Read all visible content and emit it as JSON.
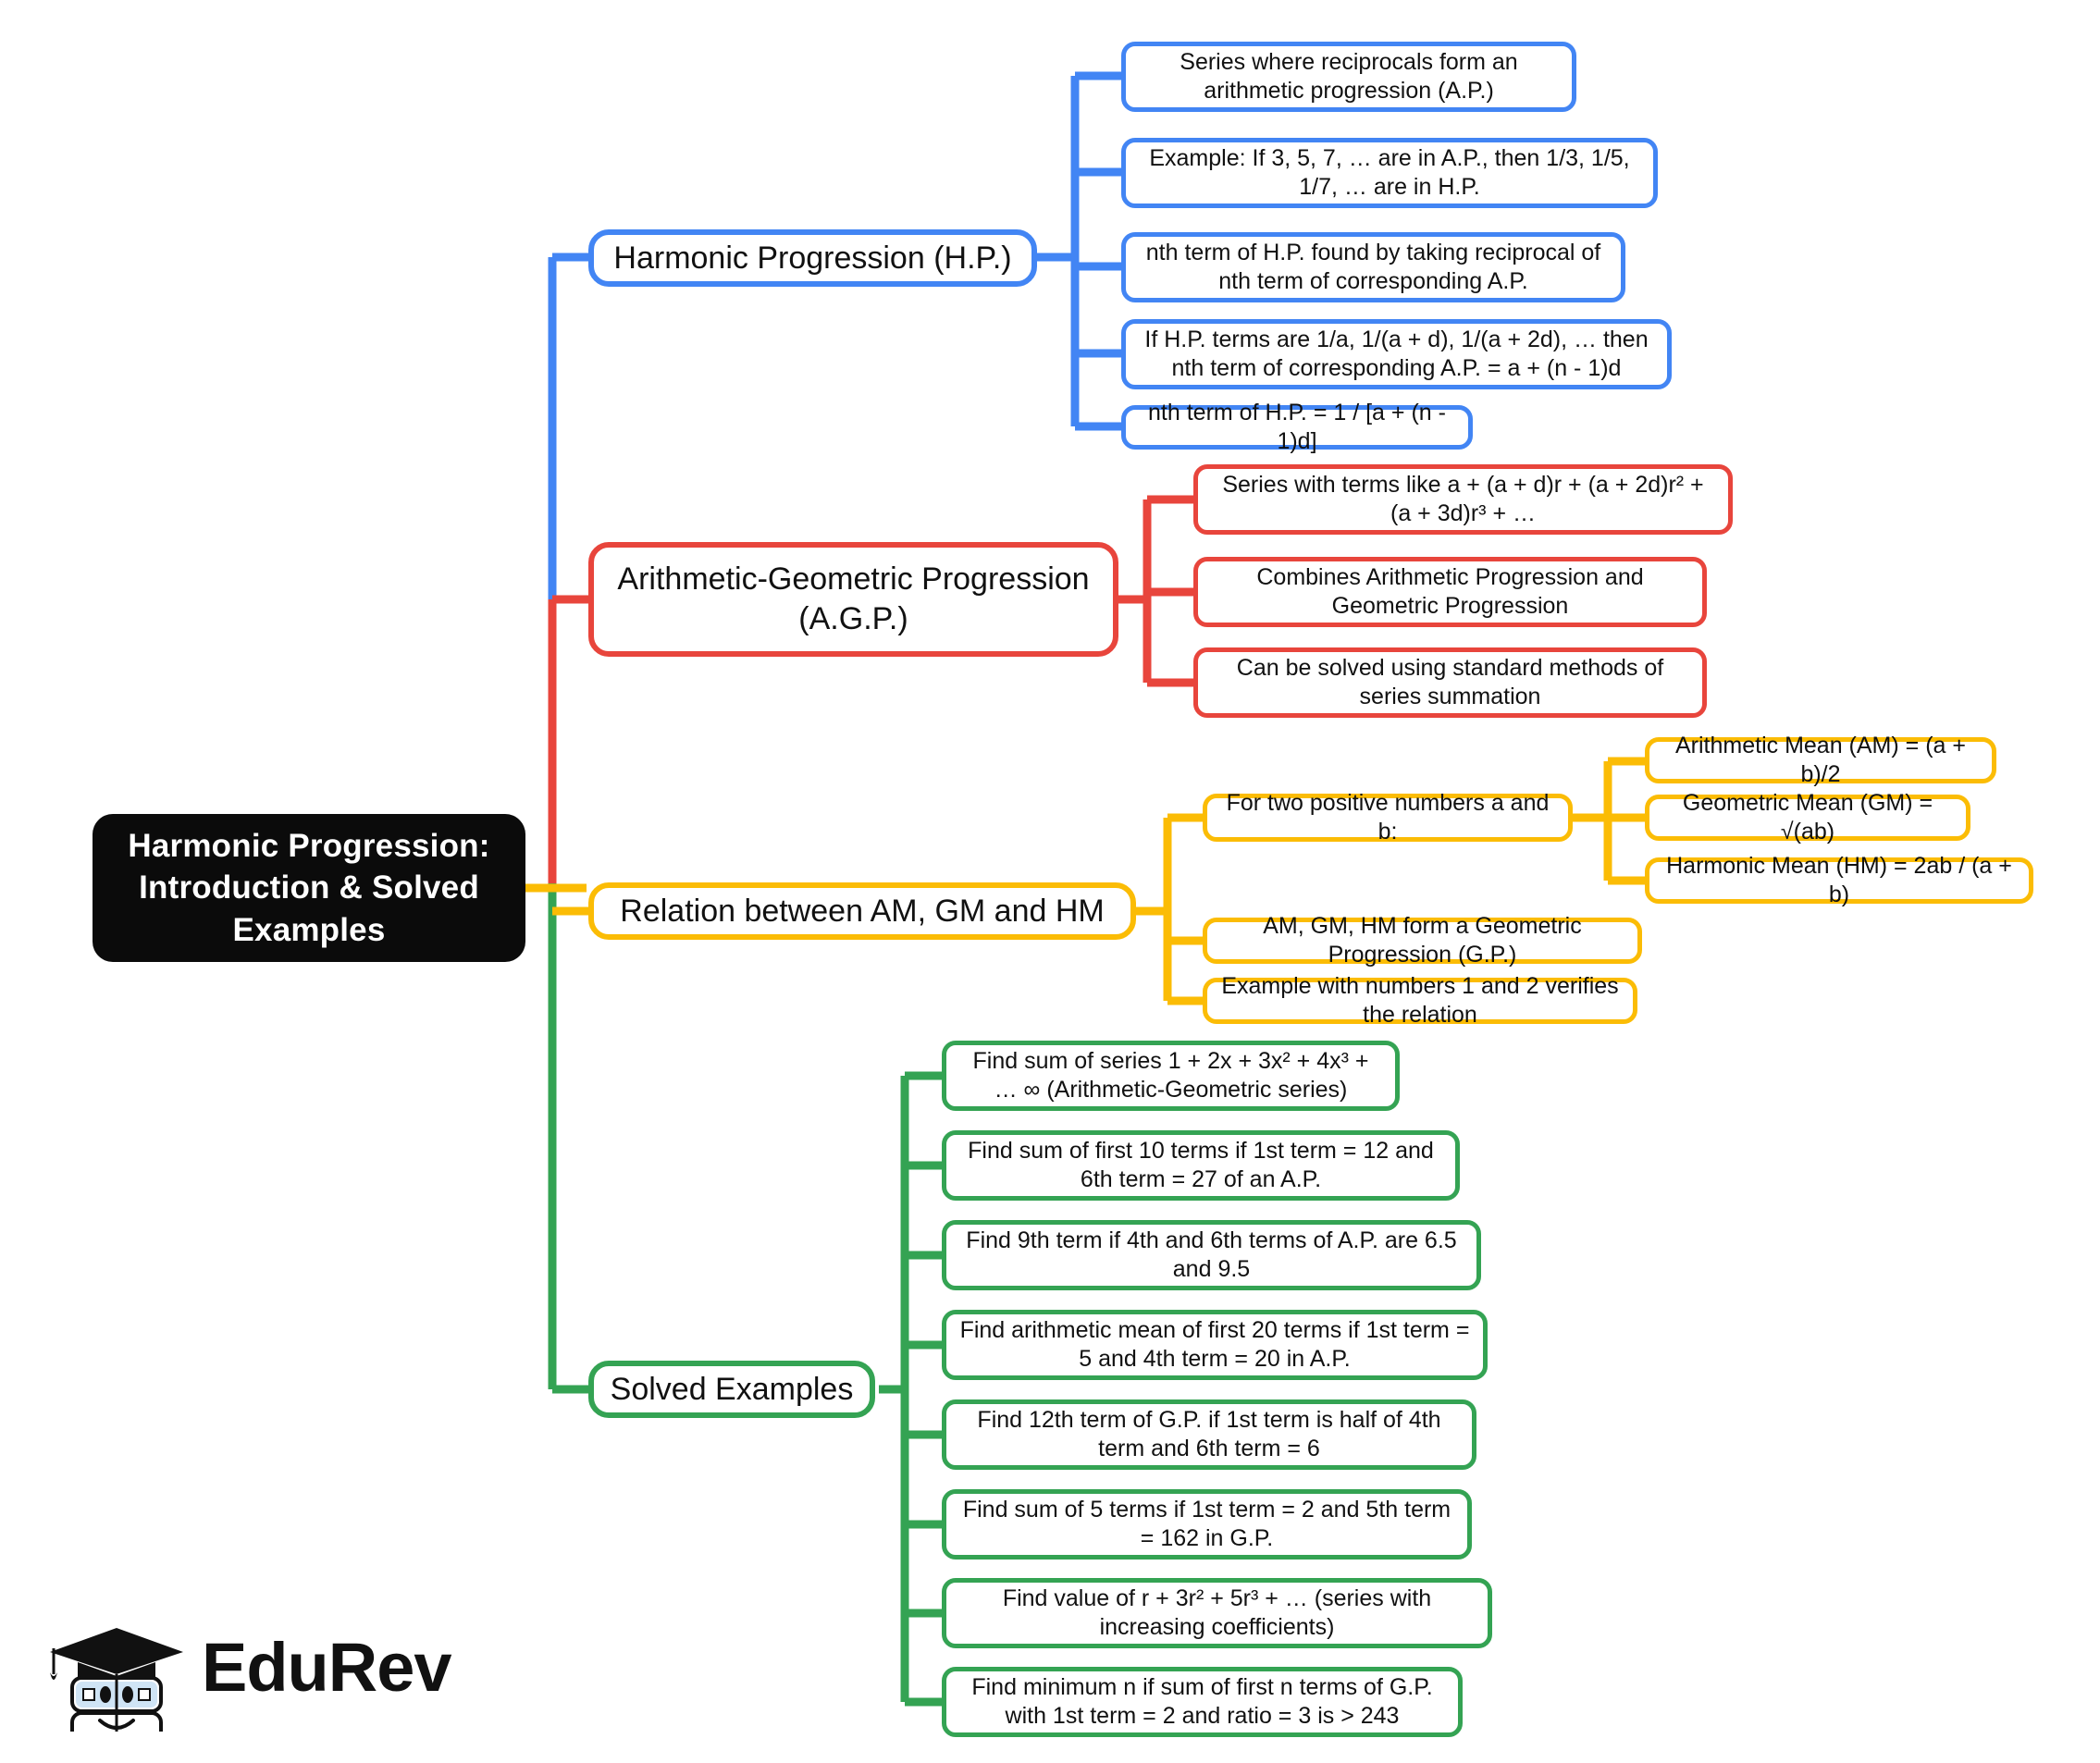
{
  "root": {
    "title": "Harmonic Progression:\nIntroduction & Solved Examples"
  },
  "colors": {
    "blue": "#4285F4",
    "red": "#E8453C",
    "yellow": "#FBBC05",
    "green": "#34A353",
    "root_bg": "#0b0b0b",
    "root_text": "#ffffff",
    "node_bg": "#ffffff",
    "node_text": "#111111"
  },
  "branches": [
    {
      "id": "hp",
      "label": "Harmonic Progression (H.P.)",
      "color": "blue",
      "children": [
        {
          "label": "Series where reciprocals form an arithmetic progression (A.P.)"
        },
        {
          "label": "Example: If 3, 5, 7, … are in A.P., then 1/3, 1/5, 1/7, … are in H.P."
        },
        {
          "label": "nth term of H.P. found by taking reciprocal of nth term of corresponding A.P."
        },
        {
          "label": "If H.P. terms are 1/a, 1/(a + d), 1/(a + 2d), … then nth term of corresponding A.P. = a + (n - 1)d"
        },
        {
          "label": "nth term of H.P. = 1 / [a + (n - 1)d]"
        }
      ]
    },
    {
      "id": "agp",
      "label": "Arithmetic-Geometric Progression (A.G.P.)",
      "color": "red",
      "children": [
        {
          "label": "Series with terms like a + (a + d)r + (a + 2d)r² + (a + 3d)r³ + …"
        },
        {
          "label": "Combines Arithmetic Progression and Geometric Progression"
        },
        {
          "label": "Can be solved using standard methods of series summation"
        }
      ]
    },
    {
      "id": "amgmhm",
      "label": "Relation between AM, GM and HM",
      "color": "yellow",
      "children": [
        {
          "label": "For two positive numbers a and b:",
          "children": [
            {
              "label": "Arithmetic Mean (AM) = (a + b)/2"
            },
            {
              "label": "Geometric Mean (GM) = √(ab)"
            },
            {
              "label": "Harmonic Mean (HM) = 2ab / (a + b)"
            }
          ]
        },
        {
          "label": "AM, GM, HM form a Geometric Progression (G.P.)"
        },
        {
          "label": "Example with numbers 1 and 2 verifies the relation"
        }
      ]
    },
    {
      "id": "solved",
      "label": "Solved Examples",
      "color": "green",
      "children": [
        {
          "label": "Find sum of series 1 + 2x + 3x² + 4x³ + … ∞ (Arithmetic-Geometric series)"
        },
        {
          "label": "Find sum of first 10 terms if 1st term = 12 and 6th term = 27 of an A.P."
        },
        {
          "label": "Find 9th term if 4th and 6th terms of A.P. are 6.5 and 9.5"
        },
        {
          "label": "Find arithmetic mean of first 20 terms if 1st term = 5 and 4th term = 20 in A.P."
        },
        {
          "label": "Find 12th term of G.P. if 1st term is half of 4th term and 6th term = 6"
        },
        {
          "label": "Find sum of 5 terms if 1st term = 2 and 5th term = 162 in G.P."
        },
        {
          "label": "Find value of r + 3r² + 5r³ + … (series with increasing coefficients)"
        },
        {
          "label": "Find minimum n if sum of first n terms of G.P. with 1st term = 2 and ratio = 3 is > 243"
        }
      ]
    }
  ],
  "logo": {
    "text": "EduRev"
  }
}
